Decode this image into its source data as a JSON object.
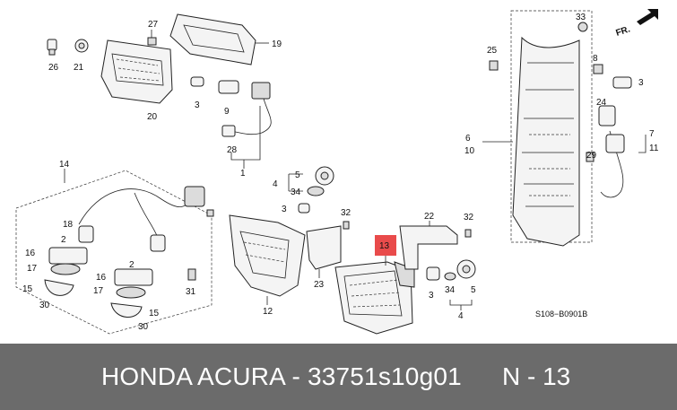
{
  "diagram": {
    "labels": [
      "27",
      "19",
      "26",
      "21",
      "20",
      "3",
      "9",
      "28",
      "1",
      "14",
      "5",
      "4",
      "34",
      "3",
      "18",
      "2",
      "16",
      "17",
      "15",
      "30",
      "16",
      "17",
      "2",
      "31",
      "15",
      "30",
      "12",
      "23",
      "32",
      "13",
      "22",
      "32",
      "3",
      "34",
      "5",
      "4",
      "33",
      "25",
      "FR.",
      "8",
      "3",
      "24",
      "7",
      "6",
      "10",
      "29",
      "11"
    ],
    "code": "S108−B0901B"
  },
  "footer": {
    "part_number": "HONDA ACURA - 33751s10g01",
    "position": "N - 13"
  },
  "colors": {
    "footer_bg": "#6b6b6b",
    "highlight": "#e94b4b"
  }
}
